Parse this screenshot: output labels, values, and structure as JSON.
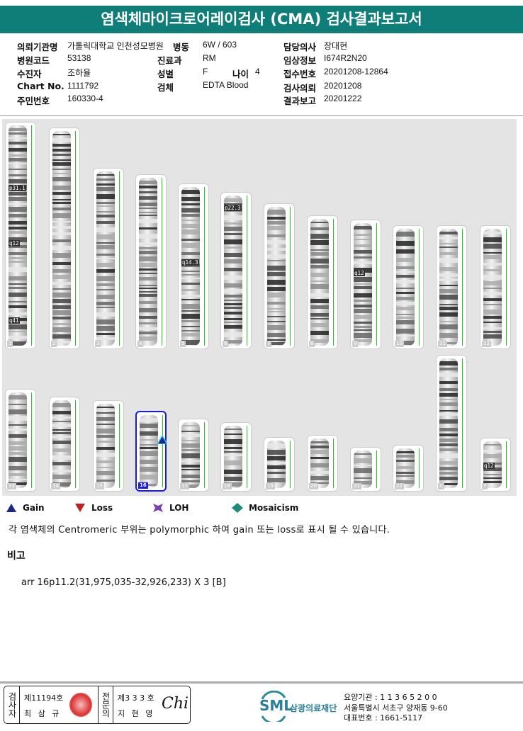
{
  "title": "염색체마이크로어레이검사 (CMA) 검사결과보고서",
  "info": {
    "institution_label": "의뢰기관명",
    "institution": "가톨릭대학교 인천성모병원",
    "ward_label": "병동",
    "ward": "6W / 603",
    "doctor_label": "담당의사",
    "doctor": "장대현",
    "hospital_code_label": "병원코드",
    "hospital_code": "53138",
    "dept_label": "진료과",
    "dept": "RM",
    "clinical_label": "임상정보",
    "clinical": "I674R2N20",
    "patient_label": "수진자",
    "patient": "조하율",
    "sex_label": "성별",
    "sex": "F",
    "age_label": "나이",
    "age": "4",
    "receipt_label": "접수번호",
    "receipt": "20201208-12864",
    "chart_label": "Chart No.",
    "chart": "1111792",
    "specimen_label": "검체",
    "specimen": "EDTA Blood",
    "request_label": "검사의뢰",
    "request": "20201208",
    "id_label": "주민번호",
    "id": "160330-4",
    "report_label": "결과보고",
    "report": "20201222"
  },
  "karyotype": {
    "chromosomes": [
      "1",
      "2",
      "3",
      "4",
      "5",
      "6",
      "7",
      "8",
      "9",
      "10",
      "11",
      "12",
      "13",
      "14",
      "15",
      "16",
      "17",
      "18",
      "19",
      "20",
      "21",
      "22",
      "X",
      "Y"
    ],
    "selected": "16",
    "band_labels": {
      "1a": "p31.1",
      "1b": "q12",
      "1c": "q41",
      "5": "q14.3",
      "6": "p22.3",
      "9": "q12",
      "Y": "q12"
    },
    "gain_marker_chromosome": "16"
  },
  "legend": {
    "gain": "Gain",
    "loss": "Loss",
    "loh": "LOH",
    "mosaicism": "Mosaicism",
    "colors": {
      "gain": "#1a2a8a",
      "loss": "#c02020",
      "loh": "#7a3fb0",
      "mosaicism": "#1f8a7a"
    }
  },
  "note": "각 염색체의 Centromeric 부위는 polymorphic 하여 gain 또는 loss로 표시 될 수 있습니다.",
  "remark_label": "비고",
  "result": "arr 16p11.2(31,975,035-32,926,233) X 3 [B]",
  "footer": {
    "tester_label": "검사자",
    "tester_no": "제11194호",
    "tester_name": "최 삼 규",
    "specialist_label": "전문의",
    "specialist_no": "제3 3 3 호",
    "specialist_name": "지 현 영",
    "signature": "Chi",
    "logo": "SML",
    "org": "삼광의료재단",
    "code": "요양기관 : 1 1 3 6 5 2 0 0",
    "address": "서울특별시 서초구 양재동 9-60",
    "phone": "대표번호 : 1661-5117"
  }
}
